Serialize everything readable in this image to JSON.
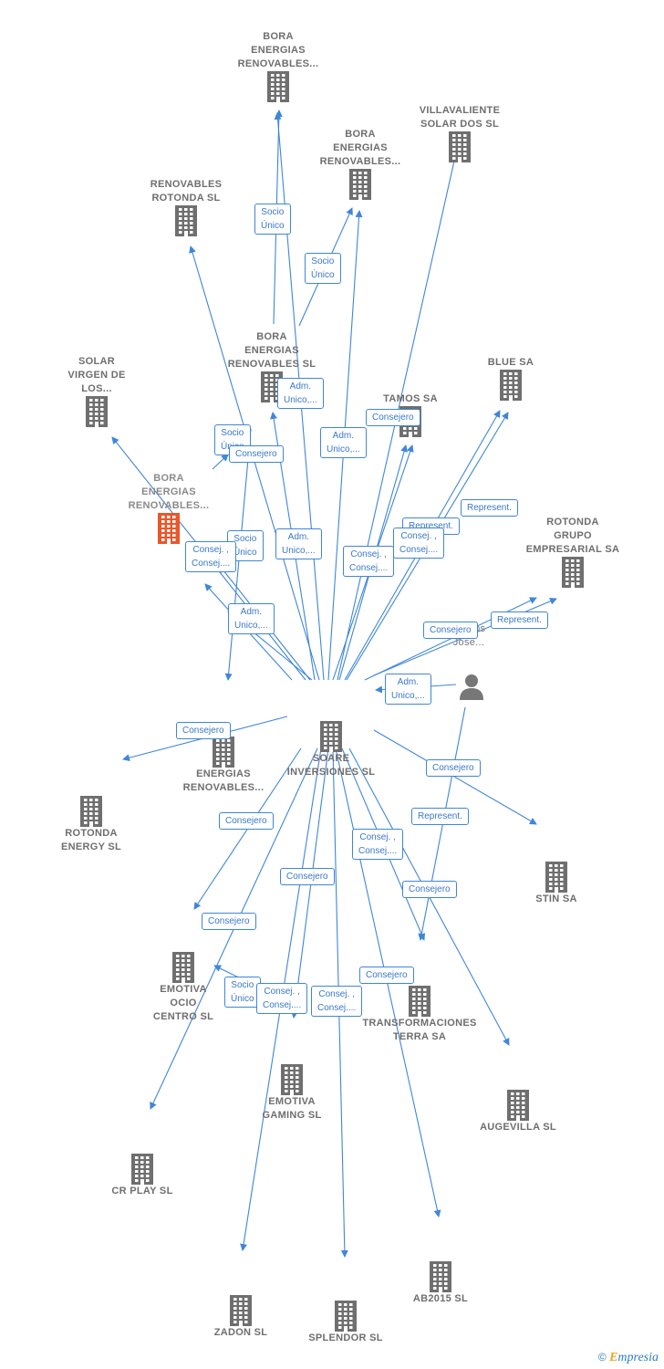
{
  "colors": {
    "edge": "#3f86d8",
    "building": "#6f6f6f",
    "focus": "#e9572b",
    "person": "#777777",
    "label": "#6e6e6e"
  },
  "nodes": [
    {
      "id": "bora1",
      "label": "BORA\nENERGIAS\nRENOVABLES...",
      "icon": "building-icon"
    },
    {
      "id": "villav",
      "label": "VILLAVALIENTE\nSOLAR DOS SL",
      "icon": "building-icon"
    },
    {
      "id": "bora2",
      "label": "BORA\nENERGIAS\nRENOVABLES...",
      "icon": "building-icon"
    },
    {
      "id": "renrot",
      "label": "RENOVABLES\nROTONDA  SL",
      "icon": "building-icon"
    },
    {
      "id": "borasl",
      "label": "BORA\nENERGIAS\nRENOVABLES SL",
      "icon": "building-icon"
    },
    {
      "id": "solar",
      "label": "SOLAR\nVIRGEN DE\nLOS...",
      "icon": "building-icon"
    },
    {
      "id": "tamos",
      "label": "TAMOS SA",
      "icon": "building-icon"
    },
    {
      "id": "blue",
      "label": "BLUE SA",
      "icon": "building-icon"
    },
    {
      "id": "borafocus",
      "label": "BORA\nENERGIAS\nRENOVABLES...",
      "icon": "building-icon-highlighted"
    },
    {
      "id": "rotgrupo",
      "label": "ROTONDA\nGRUPO\nEMPRESARIAL SA",
      "icon": "building-icon"
    },
    {
      "id": "person",
      "label": "Useros\nJose...",
      "icon": "person-icon"
    },
    {
      "id": "soare",
      "label": "SOARE\nINVERSIONES SL",
      "icon": "building-icon"
    },
    {
      "id": "rotenergias",
      "label": "ENERGIAS\nRENOVABLES...",
      "icon": "building-icon"
    },
    {
      "id": "rotenergy",
      "label": "ROTONDA\nENERGY  SL",
      "icon": "building-icon"
    },
    {
      "id": "stin",
      "label": "STIN SA",
      "icon": "building-icon"
    },
    {
      "id": "emoocio",
      "label": "EMOTIVA\nOCIO\nCENTRO  SL",
      "icon": "building-icon"
    },
    {
      "id": "transf",
      "label": "TRANSFORMACIONES\nTERRA SA",
      "icon": "building-icon"
    },
    {
      "id": "augevilla",
      "label": "AUGEVILLA  SL",
      "icon": "building-icon"
    },
    {
      "id": "emogaming",
      "label": "EMOTIVA\nGAMING  SL",
      "icon": "building-icon"
    },
    {
      "id": "crplay",
      "label": "CR PLAY  SL",
      "icon": "building-icon"
    },
    {
      "id": "ab2015",
      "label": "AB2015  SL",
      "icon": "building-icon"
    },
    {
      "id": "zadon",
      "label": "ZADON  SL",
      "icon": "building-icon"
    },
    {
      "id": "splendor",
      "label": "SPLENDOR SL",
      "icon": "building-icon"
    }
  ],
  "edge_labels": [
    "Socio\nÚnico",
    "Socio\nÚnico",
    "Adm.\nUnico,...",
    "Socio\nÚnico",
    "Consejero",
    "Adm.\nUnico,...",
    "Consejero",
    "Represent.",
    "Represent.",
    "Consej. ,\nConsej....",
    "Socio\nÚnico",
    "Adm.\nUnico,...",
    "Consej. ,\nConsej....",
    "Consej. ,\nConsej....",
    "Adm.\nUnico,...",
    "Consejero",
    "Represent.",
    "Adm.\nUnico,...",
    "Consejero",
    "Consejero",
    "Consejero",
    "Represent.",
    "Consej. ,\nConsej....",
    "Consejero",
    "Consejero",
    "Consejero",
    "Socio\nÚnico",
    "Consej. ,\nConsej....",
    "Consej. ,\nConsej....",
    "Consejero"
  ],
  "footer": {
    "copyright": "©",
    "brand_first": "E",
    "brand_rest": "mpresia"
  }
}
